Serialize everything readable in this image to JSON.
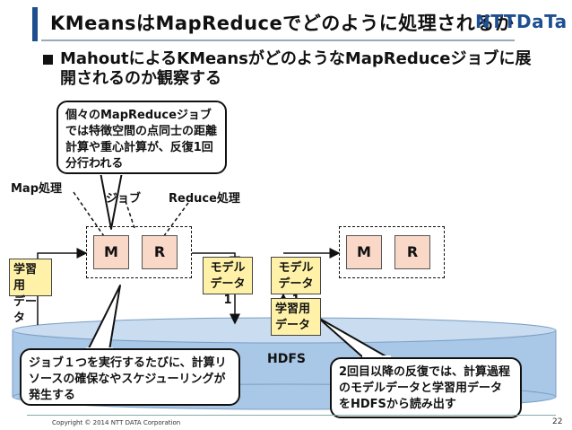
{
  "slide": {
    "title": "KMeansはMapReduceでどのように処理されるか",
    "logo": "NTTDaTa",
    "bullet": "MahoutによるKMeansがどのようなMapReduceジョブに展開されるのか観察する",
    "page_number": "22",
    "copyright": "Copyright © 2014 NTT DATA Corporation"
  },
  "diagram": {
    "callout_top": "個々のMapReduceジョブでは特徴空間の点同士の距離計算や重心計算が、反復1回分行われる",
    "callout_left": "ジョブ１つを実行するたびに、計算リソースの確保なやスケジューリングが発生する",
    "callout_right": "2回目以降の反復では、計算過程のモデルデータと学習用データをHDFSから読み出す",
    "label_map": "Map処理",
    "label_job": "ジョブ",
    "label_reduce": "Reduce処理",
    "job1_m": "M",
    "job1_r": "R",
    "job2_m": "M",
    "job2_r": "R",
    "train_data_left": "学習用\nデータ",
    "model_data_1": "モデル\nデータ1",
    "model_data_2": "モデル\nデータ1",
    "train_data_mid": "学習用\nデータ",
    "hdfs": "HDFS"
  }
}
